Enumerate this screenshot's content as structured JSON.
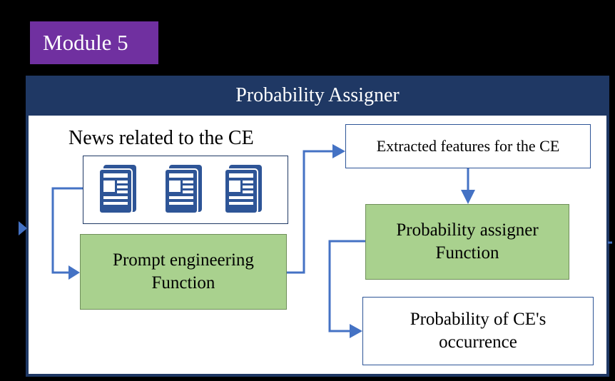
{
  "module_tag": "Module 5",
  "title": "Probability Assigner",
  "news_heading": "News related to the CE",
  "news_icons": [
    "newspaper-icon",
    "newspaper-icon",
    "newspaper-icon"
  ],
  "prompt_box": {
    "line1": "Prompt engineering",
    "line2": "Function"
  },
  "extracted_box": "Extracted features for the CE",
  "prob_func_box": {
    "line1": "Probability assigner",
    "line2": "Function"
  },
  "prob_occ_box": {
    "line1": "Probability of CE's",
    "line2": "occurrence"
  },
  "colors": {
    "module": "#7030a0",
    "frame": "#1f3864",
    "box_green": "#a9d18e",
    "arrow": "#4472c4",
    "icon": "#2e5597"
  }
}
